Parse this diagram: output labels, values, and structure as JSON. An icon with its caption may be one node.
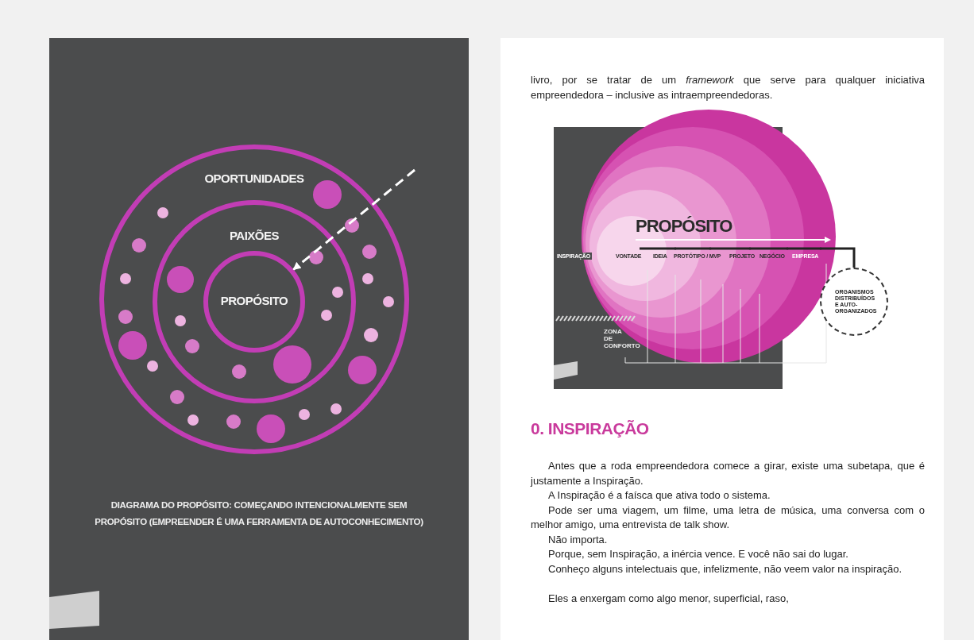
{
  "diagram": {
    "caption": "DIAGRAMA DO PROPÓSITO: COMEÇANDO INTENCIONALMENTE SEM PROPÓSITO (EMPREENDER É UMA FERRAMENTA DE AUTOCONHECIMENTO)",
    "nodes": [
      {
        "text": [
          "OPORTUNIDADES"
        ]
      },
      {
        "text": [
          "PAIXÕES"
        ],
        "in": 0
      },
      {
        "text": [
          "PROPÓSITO"
        ],
        "in": 1
      },
      {
        "text": [
          "ORGANISMOS DISTRIBUÍDOS E AUTO-ORGANIZADOS"
        ]
      }
    ],
    "edges": [
      {
        "from": null,
        "to": 2,
        "arrow": "to",
        "style": "dashed",
        "color": "#ffffff"
      },
      {
        "from": null,
        "to": 3,
        "arrow": "none",
        "color": "#222222"
      }
    ],
    "labels": [
      "livro, por se tratar de um *framework* que serve para qualquer iniciativa empreendedora – inclusive as intraempreendedoras.",
      "PROPÓSITO",
      "INSPIRAÇÃO",
      "VONTADE",
      "IDEIA",
      "PROTÓTIPO / MVP",
      "PROJETO",
      "NEGÓCIO",
      "EMPRESA",
      "ZONA DE CONFORTO",
      "0. INSPIRAÇÃO",
      "Antes que a roda empreendedora comece a girar, existe uma subetapa, que é justamente a Inspiração.",
      "A Inspiração é a faísca que ativa todo o sistema.",
      "Pode ser uma viagem, um filme, uma letra de música, uma conversa com o melhor amigo, uma entrevista de talk show.",
      "Não importa.",
      "Porque, sem Inspiração, a inércia vence. E você não sai do lugar.",
      "Conheço alguns intelectuais que, infelizmente, não veem valor na inspiração.",
      "Eles a enxergam como algo menor, superficial, raso,"
    ]
  }
}
